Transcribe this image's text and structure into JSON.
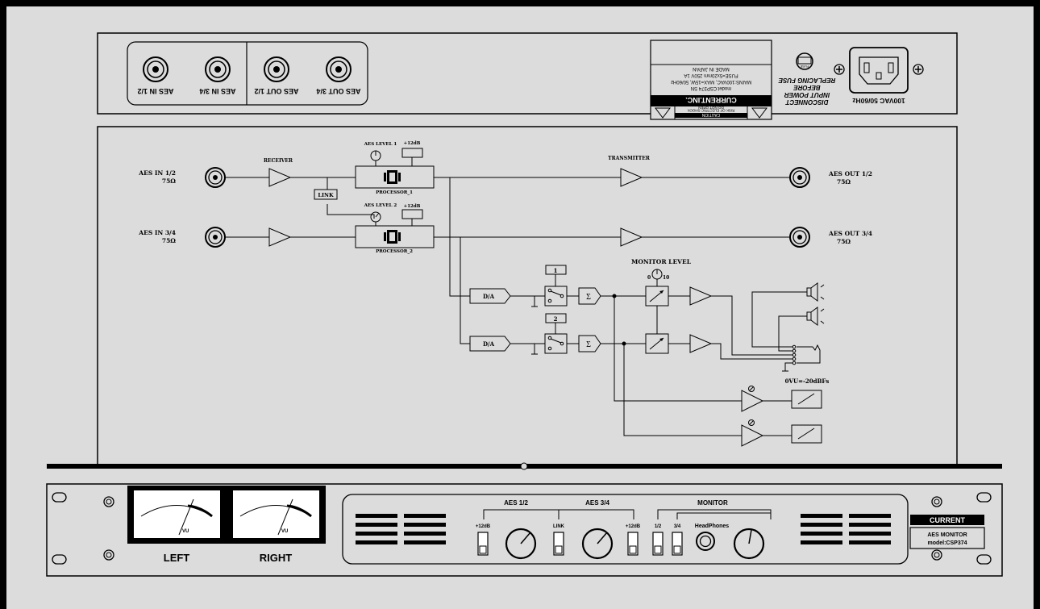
{
  "rear": {
    "aes_in_12": "AES IN 1/2",
    "aes_in_34": "AES IN 3/4",
    "aes_out_12": "AES OUT 1/2",
    "aes_out_34": "AES OUT 3/4",
    "label_lines": [
      "MADE IN JAPAN",
      "FUSE=5x20mm 250V 1A",
      "MAINS:100VAC, MAX=15W, 50/60Hz",
      "model:CSP374 SN"
    ],
    "label_brand": "CURRENT.INC.",
    "caution_title": "CAUTION",
    "caution_lines": [
      "RISK OF ELECTRIC SHOCK",
      "DO NOT OPEN"
    ],
    "disconnect_lines": [
      "DISCONNECT",
      "INPUT POWER",
      "BEFORE",
      "REPLACING FUSE"
    ],
    "fuse": "FUSE",
    "power": "100VAC 50/60Hz"
  },
  "diagram": {
    "aes_in_12": "AES IN 1/2",
    "aes_in_34": "AES IN 3/4",
    "impedance": "75Ω",
    "aes_out_12": "AES OUT 1/2",
    "aes_out_34": "AES OUT 3/4",
    "receiver": "RECEIVER",
    "transmitter": "TRANSMITTER",
    "aes_level_1": "AES LEVEL 1",
    "aes_level_2": "AES LEVEL 2",
    "plus12": "+12dB",
    "link": "LINK",
    "processor_1": "PROCESSOR_1",
    "processor_2": "PROCESSOR_2",
    "da": "D/A",
    "sel_1": "1",
    "sel_2": "2",
    "sigma": "Σ",
    "monitor_level": "MONITOR LEVEL",
    "ml_min": "0",
    "ml_max": "10",
    "ovu": "0VU=-20dBFs"
  },
  "front": {
    "vu": "VU",
    "left": "LEFT",
    "right": "RIGHT",
    "aes12": "AES 1/2",
    "aes34": "AES 3/4",
    "monitor": "MONITOR",
    "plus12": "+12dB",
    "link": "LINK",
    "sel12": "1/2",
    "sel34": "3/4",
    "headphones": "HeadPhones",
    "brand": "CURRENT",
    "model_name": "AES MONITOR",
    "model_no": "model:CSP374"
  }
}
